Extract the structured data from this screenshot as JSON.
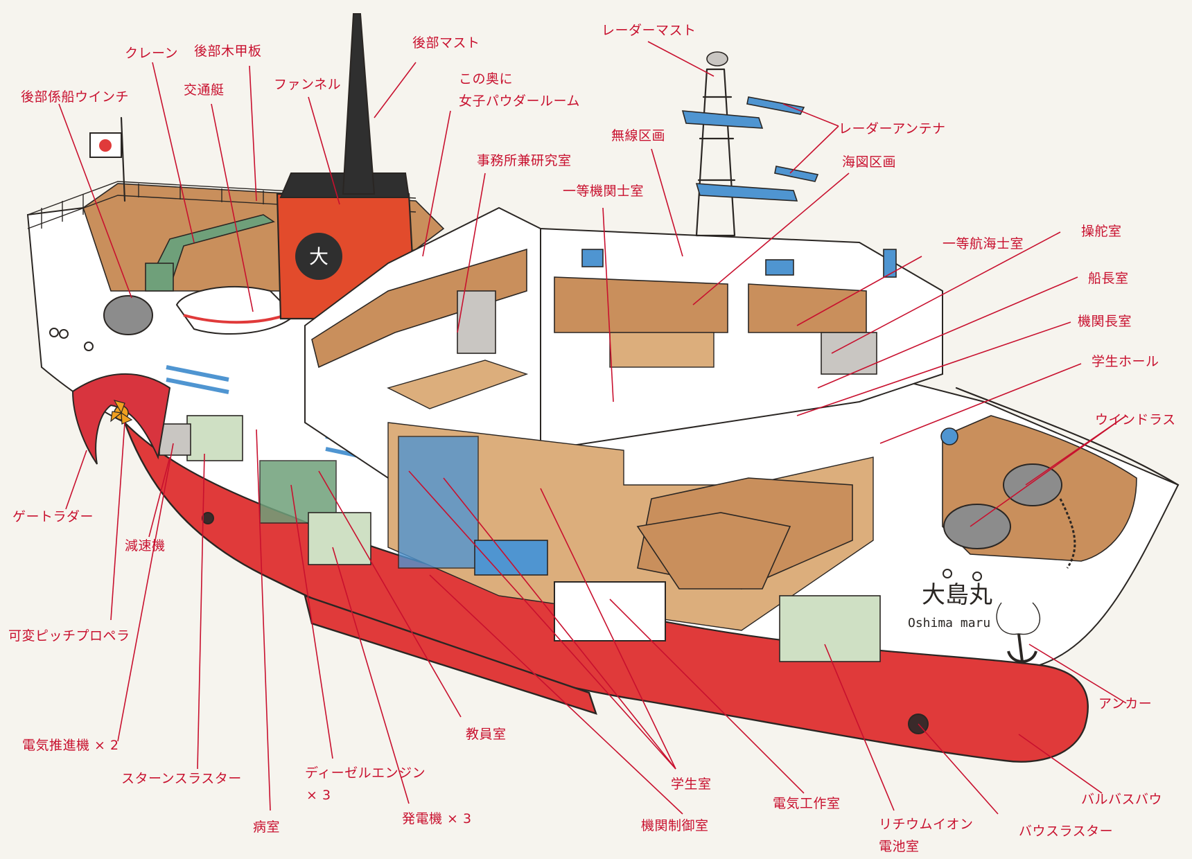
{
  "ship_name": {
    "kanji": "大島丸",
    "romaji": "Oshima maru"
  },
  "funnel_emblem": "大",
  "colors": {
    "hull_red": "#e03a3a",
    "label_red": "#c8102e",
    "funnel_red": "#e24b2c",
    "funnel_black": "#2f2f2f",
    "deck_wood": "#c98f5c",
    "window_blue": "#4f95d1",
    "crane_green": "#6fa07a",
    "paper": "#f6f4ee"
  },
  "icons": [
    "japan-flag-icon",
    "propeller-icon",
    "anchor-icon",
    "porthole-icon"
  ],
  "labels": [
    {
      "id": "rear-mooring-winch",
      "text": "後部係船ウインチ"
    },
    {
      "id": "crane",
      "text": "クレーン"
    },
    {
      "id": "aft-wood-deck",
      "text": "後部木甲板"
    },
    {
      "id": "tender-boat",
      "text": "交通艇"
    },
    {
      "id": "funnel",
      "text": "ファンネル"
    },
    {
      "id": "aft-mast",
      "text": "後部マスト"
    },
    {
      "id": "powder-room-1",
      "text": "この奥に"
    },
    {
      "id": "powder-room-2",
      "text": "女子パウダールーム"
    },
    {
      "id": "office-lab",
      "text": "事務所兼研究室"
    },
    {
      "id": "radar-mast",
      "text": "レーダーマスト"
    },
    {
      "id": "radio-area",
      "text": "無線区画"
    },
    {
      "id": "radar-antenna",
      "text": "レーダーアンテナ"
    },
    {
      "id": "chart-area",
      "text": "海図区画"
    },
    {
      "id": "first-engineer",
      "text": "一等機関士室"
    },
    {
      "id": "first-officer",
      "text": "一等航海士室"
    },
    {
      "id": "wheelhouse",
      "text": "操舵室"
    },
    {
      "id": "captain",
      "text": "船長室"
    },
    {
      "id": "chief-engineer",
      "text": "機関長室"
    },
    {
      "id": "student-hall",
      "text": "学生ホール"
    },
    {
      "id": "windlass",
      "text": "ウインドラス"
    },
    {
      "id": "gate-rudder",
      "text": "ゲートラダー"
    },
    {
      "id": "reduction-gear",
      "text": "減速機"
    },
    {
      "id": "cpp",
      "text": "可変ピッチプロペラ"
    },
    {
      "id": "electric-motor",
      "text": "電気推進機 × 2"
    },
    {
      "id": "stern-thruster",
      "text": "スターンスラスター"
    },
    {
      "id": "sickbay",
      "text": "病室"
    },
    {
      "id": "diesel-1",
      "text": "ディーゼルエンジン"
    },
    {
      "id": "diesel-2",
      "text": "× 3"
    },
    {
      "id": "generator",
      "text": "発電機 × 3"
    },
    {
      "id": "staff-room",
      "text": "教員室"
    },
    {
      "id": "engine-control",
      "text": "機関制御室"
    },
    {
      "id": "student-rooms",
      "text": "学生室"
    },
    {
      "id": "electrical-workshop",
      "text": "電気工作室"
    },
    {
      "id": "battery-1",
      "text": "リチウムイオン"
    },
    {
      "id": "battery-2",
      "text": "電池室"
    },
    {
      "id": "bow-thruster",
      "text": "バウスラスター"
    },
    {
      "id": "bulbous-bow",
      "text": "バルバスバウ"
    },
    {
      "id": "anchor",
      "text": "アンカー"
    }
  ]
}
